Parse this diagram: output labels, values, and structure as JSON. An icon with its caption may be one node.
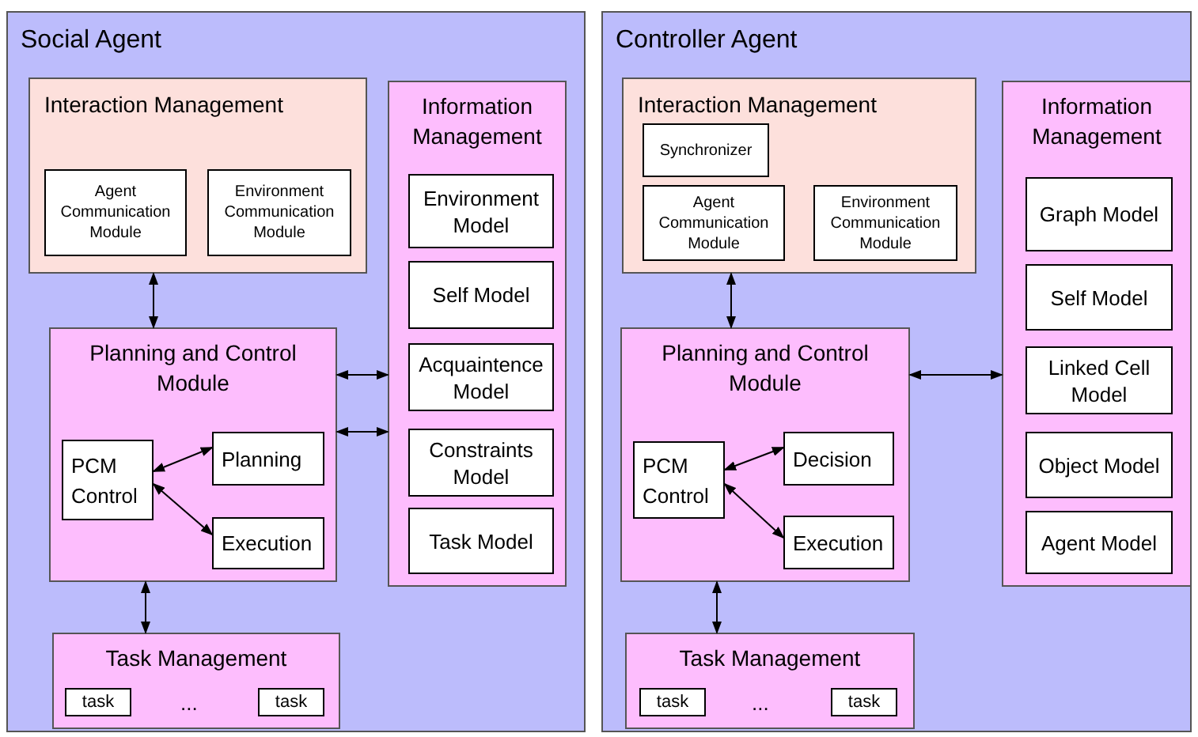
{
  "diagram": {
    "nodes": [
      {
        "text": [
          "Social Agent"
        ]
      },
      {
        "text": [
          "Interaction Management"
        ],
        "in": 0
      },
      {
        "text": [
          "Agent Communication Module"
        ],
        "in": 1
      },
      {
        "text": [
          "Environment Communication Module"
        ],
        "in": 1
      },
      {
        "text": [
          "Information Management"
        ],
        "in": 0
      },
      {
        "text": [
          "Environment Model"
        ],
        "in": 4
      },
      {
        "text": [
          "Self Model"
        ],
        "in": 4
      },
      {
        "text": [
          "Acquaintence Model"
        ],
        "in": 4
      },
      {
        "text": [
          "Constraints Model"
        ],
        "in": 4
      },
      {
        "text": [
          "Task Model"
        ],
        "in": 4
      },
      {
        "text": [
          "Planning and Control Module"
        ],
        "in": 0
      },
      {
        "text": [
          "PCM Control"
        ],
        "in": 10
      },
      {
        "text": [
          "Planning"
        ],
        "in": 10
      },
      {
        "text": [
          "Execution"
        ],
        "in": 10
      },
      {
        "text": [
          "Task Management"
        ],
        "in": 0
      },
      {
        "text": [
          "task"
        ],
        "in": 14
      },
      {
        "text": [
          "task"
        ],
        "in": 14
      },
      {
        "text": [
          "Controller Agent"
        ]
      },
      {
        "text": [
          "Interaction Management"
        ],
        "in": 17
      },
      {
        "text": [
          "Synchronizer"
        ],
        "in": 18
      },
      {
        "text": [
          "Agent Communication Module"
        ],
        "in": 18
      },
      {
        "text": [
          "Environment Communication Module"
        ],
        "in": 18
      },
      {
        "text": [
          "Information Management"
        ],
        "in": 17
      },
      {
        "text": [
          "Graph Model"
        ],
        "in": 22
      },
      {
        "text": [
          "Self Model"
        ],
        "in": 22
      },
      {
        "text": [
          "Linked Cell Model"
        ],
        "in": 22
      },
      {
        "text": [
          "Object Model"
        ],
        "in": 22
      },
      {
        "text": [
          "Agent Model"
        ],
        "in": 22
      },
      {
        "text": [
          "Planning and Control Module"
        ],
        "in": 17
      },
      {
        "text": [
          "PCM Control"
        ],
        "in": 28
      },
      {
        "text": [
          "Decision"
        ],
        "in": 28
      },
      {
        "text": [
          "Execution"
        ],
        "in": 28
      },
      {
        "text": [
          "Task Management"
        ],
        "in": 17
      },
      {
        "text": [
          "task"
        ],
        "in": 32
      },
      {
        "text": [
          "task"
        ],
        "in": 32
      }
    ],
    "edges": [
      {
        "from": 1,
        "to": 10,
        "arrow": "both"
      },
      {
        "from": 10,
        "to": 4,
        "arrow": "both"
      },
      {
        "from": 10,
        "to": 4,
        "arrow": "both"
      },
      {
        "from": 11,
        "to": 12,
        "arrow": "both"
      },
      {
        "from": 11,
        "to": 13,
        "arrow": "both"
      },
      {
        "from": 10,
        "to": 14,
        "arrow": "both"
      },
      {
        "from": 18,
        "to": 28,
        "arrow": "both"
      },
      {
        "from": 28,
        "to": 22,
        "arrow": "both"
      },
      {
        "from": 29,
        "to": 30,
        "arrow": "both"
      },
      {
        "from": 29,
        "to": 31,
        "arrow": "both"
      },
      {
        "from": 28,
        "to": 32,
        "arrow": "both"
      }
    ],
    "labels": [
      "...",
      "..."
    ]
  }
}
